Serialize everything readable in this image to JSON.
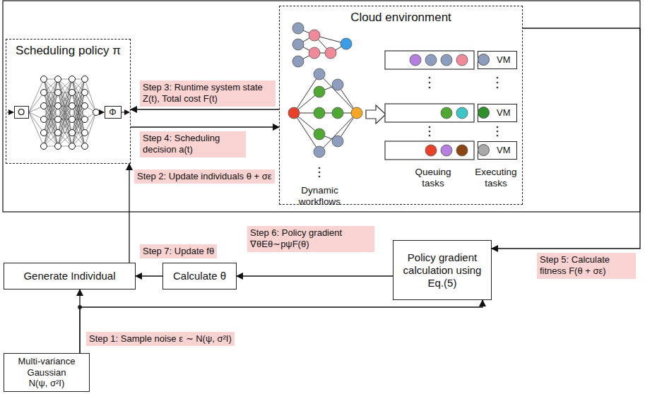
{
  "diagram": {
    "nodes": [
      {
        "text": [
          "Scheduling policy π"
        ]
      },
      {
        "text": [
          "O"
        ],
        "in": 0
      },
      {
        "text": [
          "Φ"
        ],
        "in": 0
      },
      {
        "text": [
          "Cloud environment"
        ]
      },
      {
        "text": [
          "VM"
        ],
        "in": 3
      },
      {
        "text": [
          "VM"
        ],
        "in": 3
      },
      {
        "text": [
          "VM"
        ],
        "in": 3
      },
      {
        "text": [
          "Generate Individual"
        ]
      },
      {
        "text": [
          "Calculate θ"
        ]
      },
      {
        "text": [
          "Policy gradient calculation using Eq.(5)"
        ]
      },
      {
        "text": [
          "Multi-variance Gaussian",
          "N(ψ, σ²I)"
        ]
      }
    ],
    "edges": [
      {
        "from": 3,
        "to": 0,
        "arrow": "to",
        "label": "Step 3: Runtime system state Z(t), Total cost F(t)"
      },
      {
        "from": 0,
        "to": 3,
        "arrow": "to",
        "label": "Step 4: Scheduling decision a(t)"
      },
      {
        "from": 7,
        "to": 0,
        "arrow": "to",
        "label": "Step 2: Update individuals θ + σε"
      },
      {
        "from": 3,
        "to": 9,
        "arrow": "to",
        "label": "Step 5: Calculate fitness F(θ + σε)"
      },
      {
        "from": 9,
        "to": 8,
        "arrow": "to",
        "label": "Step 6: Policy gradient ∇θEθ∼pψF(θ)"
      },
      {
        "from": 8,
        "to": 7,
        "arrow": "to",
        "label": "Step 7: Update fθ"
      },
      {
        "from": 10,
        "to": 7,
        "arrow": "to",
        "label": "Step 1: Sample noise ε ∼ N(ψ, σ²I)"
      },
      {
        "from": 10,
        "to": 9,
        "arrow": "to"
      }
    ],
    "labels": [
      "Dynamic workflows",
      "Queuing tasks",
      "Executing tasks"
    ]
  }
}
